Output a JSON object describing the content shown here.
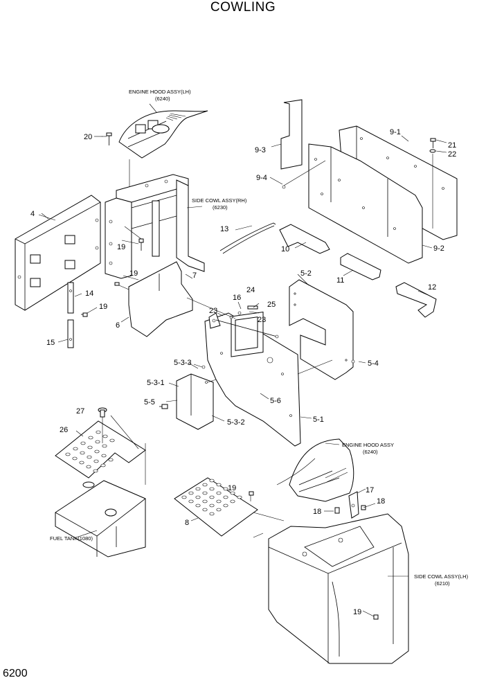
{
  "page": {
    "title": "COWLING",
    "page_number": "6200"
  },
  "references": {
    "hood_lh_name": "ENGINE HOOD ASSY(LH)",
    "hood_lh_code": "(6240)",
    "cowl_rh_name": "SIDE COWL ASSY(RH)",
    "cowl_rh_code": "(6230)",
    "hood_name": "ENGINE HOOD ASSY",
    "hood_code": "(6240)",
    "cowl_lh_name": "SIDE COWL ASSY(LH)",
    "cowl_lh_code": "(6210)",
    "fuel_tank": "FUEL TANK(1080)"
  },
  "parts": [
    "20",
    "9-3",
    "9-1",
    "21",
    "22",
    "9-4",
    "4",
    "13",
    "19",
    "10",
    "9-2",
    "19",
    "7",
    "11",
    "14",
    "12",
    "19",
    "24",
    "5-2",
    "16",
    "25",
    "6",
    "23",
    "23",
    "15",
    "5-4",
    "5-3-3",
    "5-3-1",
    "5-6",
    "5-5",
    "5-1",
    "27",
    "5-3-2",
    "26",
    "19",
    "17",
    "18",
    "18",
    "8",
    "19"
  ]
}
